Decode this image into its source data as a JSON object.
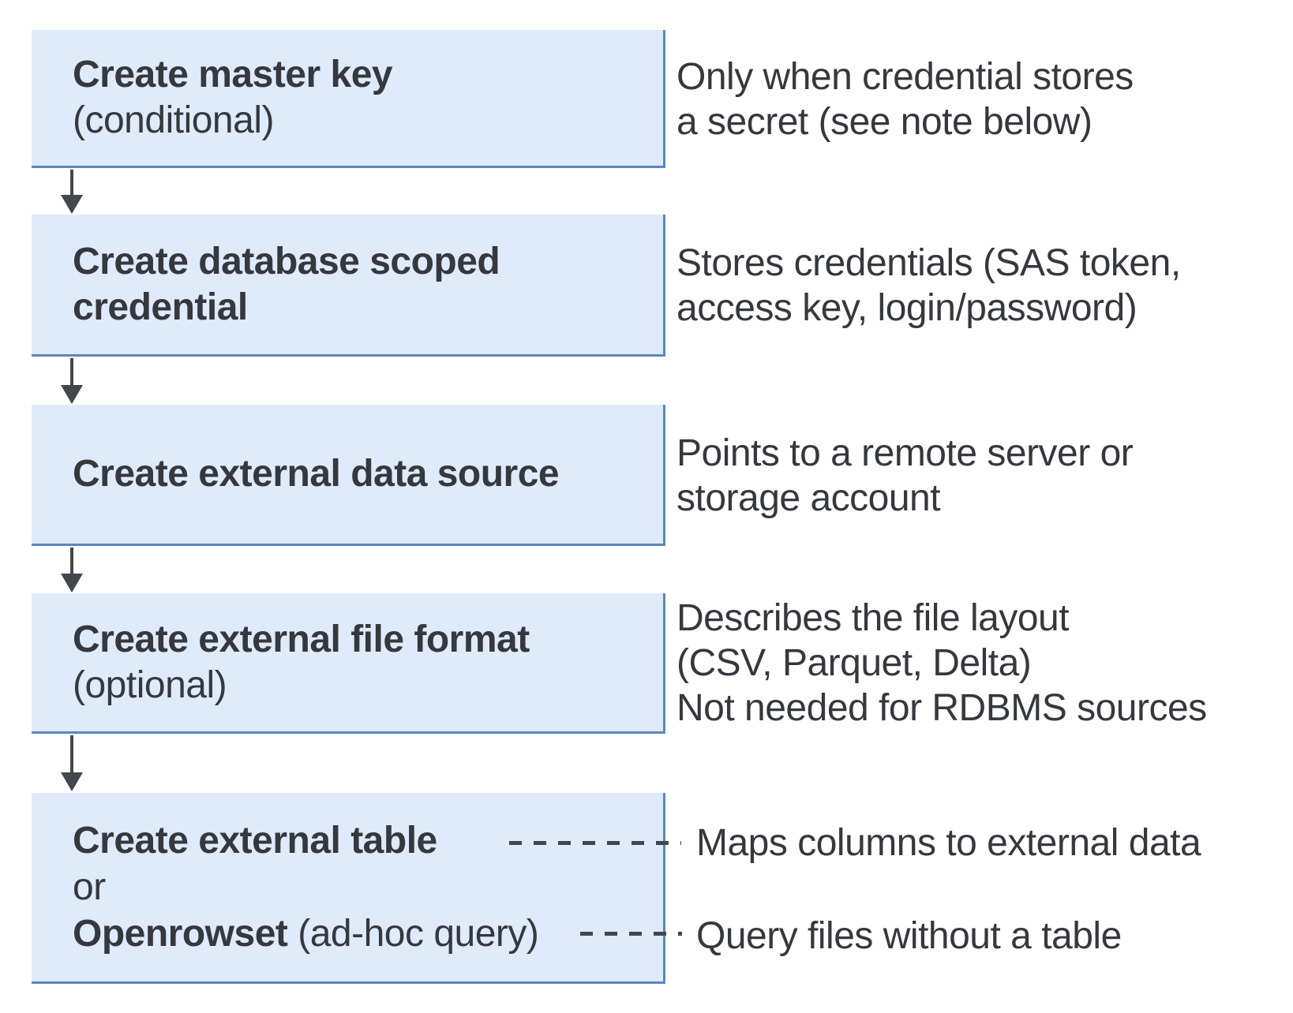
{
  "colors": {
    "box_fill": "#dfeafb",
    "box_border": "#5b87bd",
    "text": "#35383d",
    "connector": "#42464d",
    "background": "#ffffff"
  },
  "steps": [
    {
      "id": "create-master-key",
      "line1_bold": "Create master key",
      "line2": "(conditional)",
      "note_lines": [
        "Only when credential stores",
        "a secret (see note below)"
      ]
    },
    {
      "id": "create-database-scoped-credential",
      "line1_bold": "Create database scoped",
      "line2_bold": "credential",
      "note_lines": [
        "Stores credentials (SAS token,",
        "access key, login/password)"
      ]
    },
    {
      "id": "create-external-data-source",
      "line1_bold": "Create external data source",
      "note_lines": [
        "Points to a remote server or",
        "storage account"
      ]
    },
    {
      "id": "create-external-file-format",
      "line1_bold": "Create external file format",
      "line2": "(optional)",
      "note_lines": [
        "Describes the file layout",
        "(CSV, Parquet, Delta)",
        "Not needed for RDBMS sources"
      ]
    },
    {
      "id": "create-external-table-or-openrowset",
      "line1_bold": "Create external table",
      "line2": "or",
      "line3_bold": "Openrowset",
      "line3_regular": " (ad-hoc query)",
      "note_table": "Maps columns to external data",
      "note_openrowset": "Query files without a table"
    }
  ]
}
